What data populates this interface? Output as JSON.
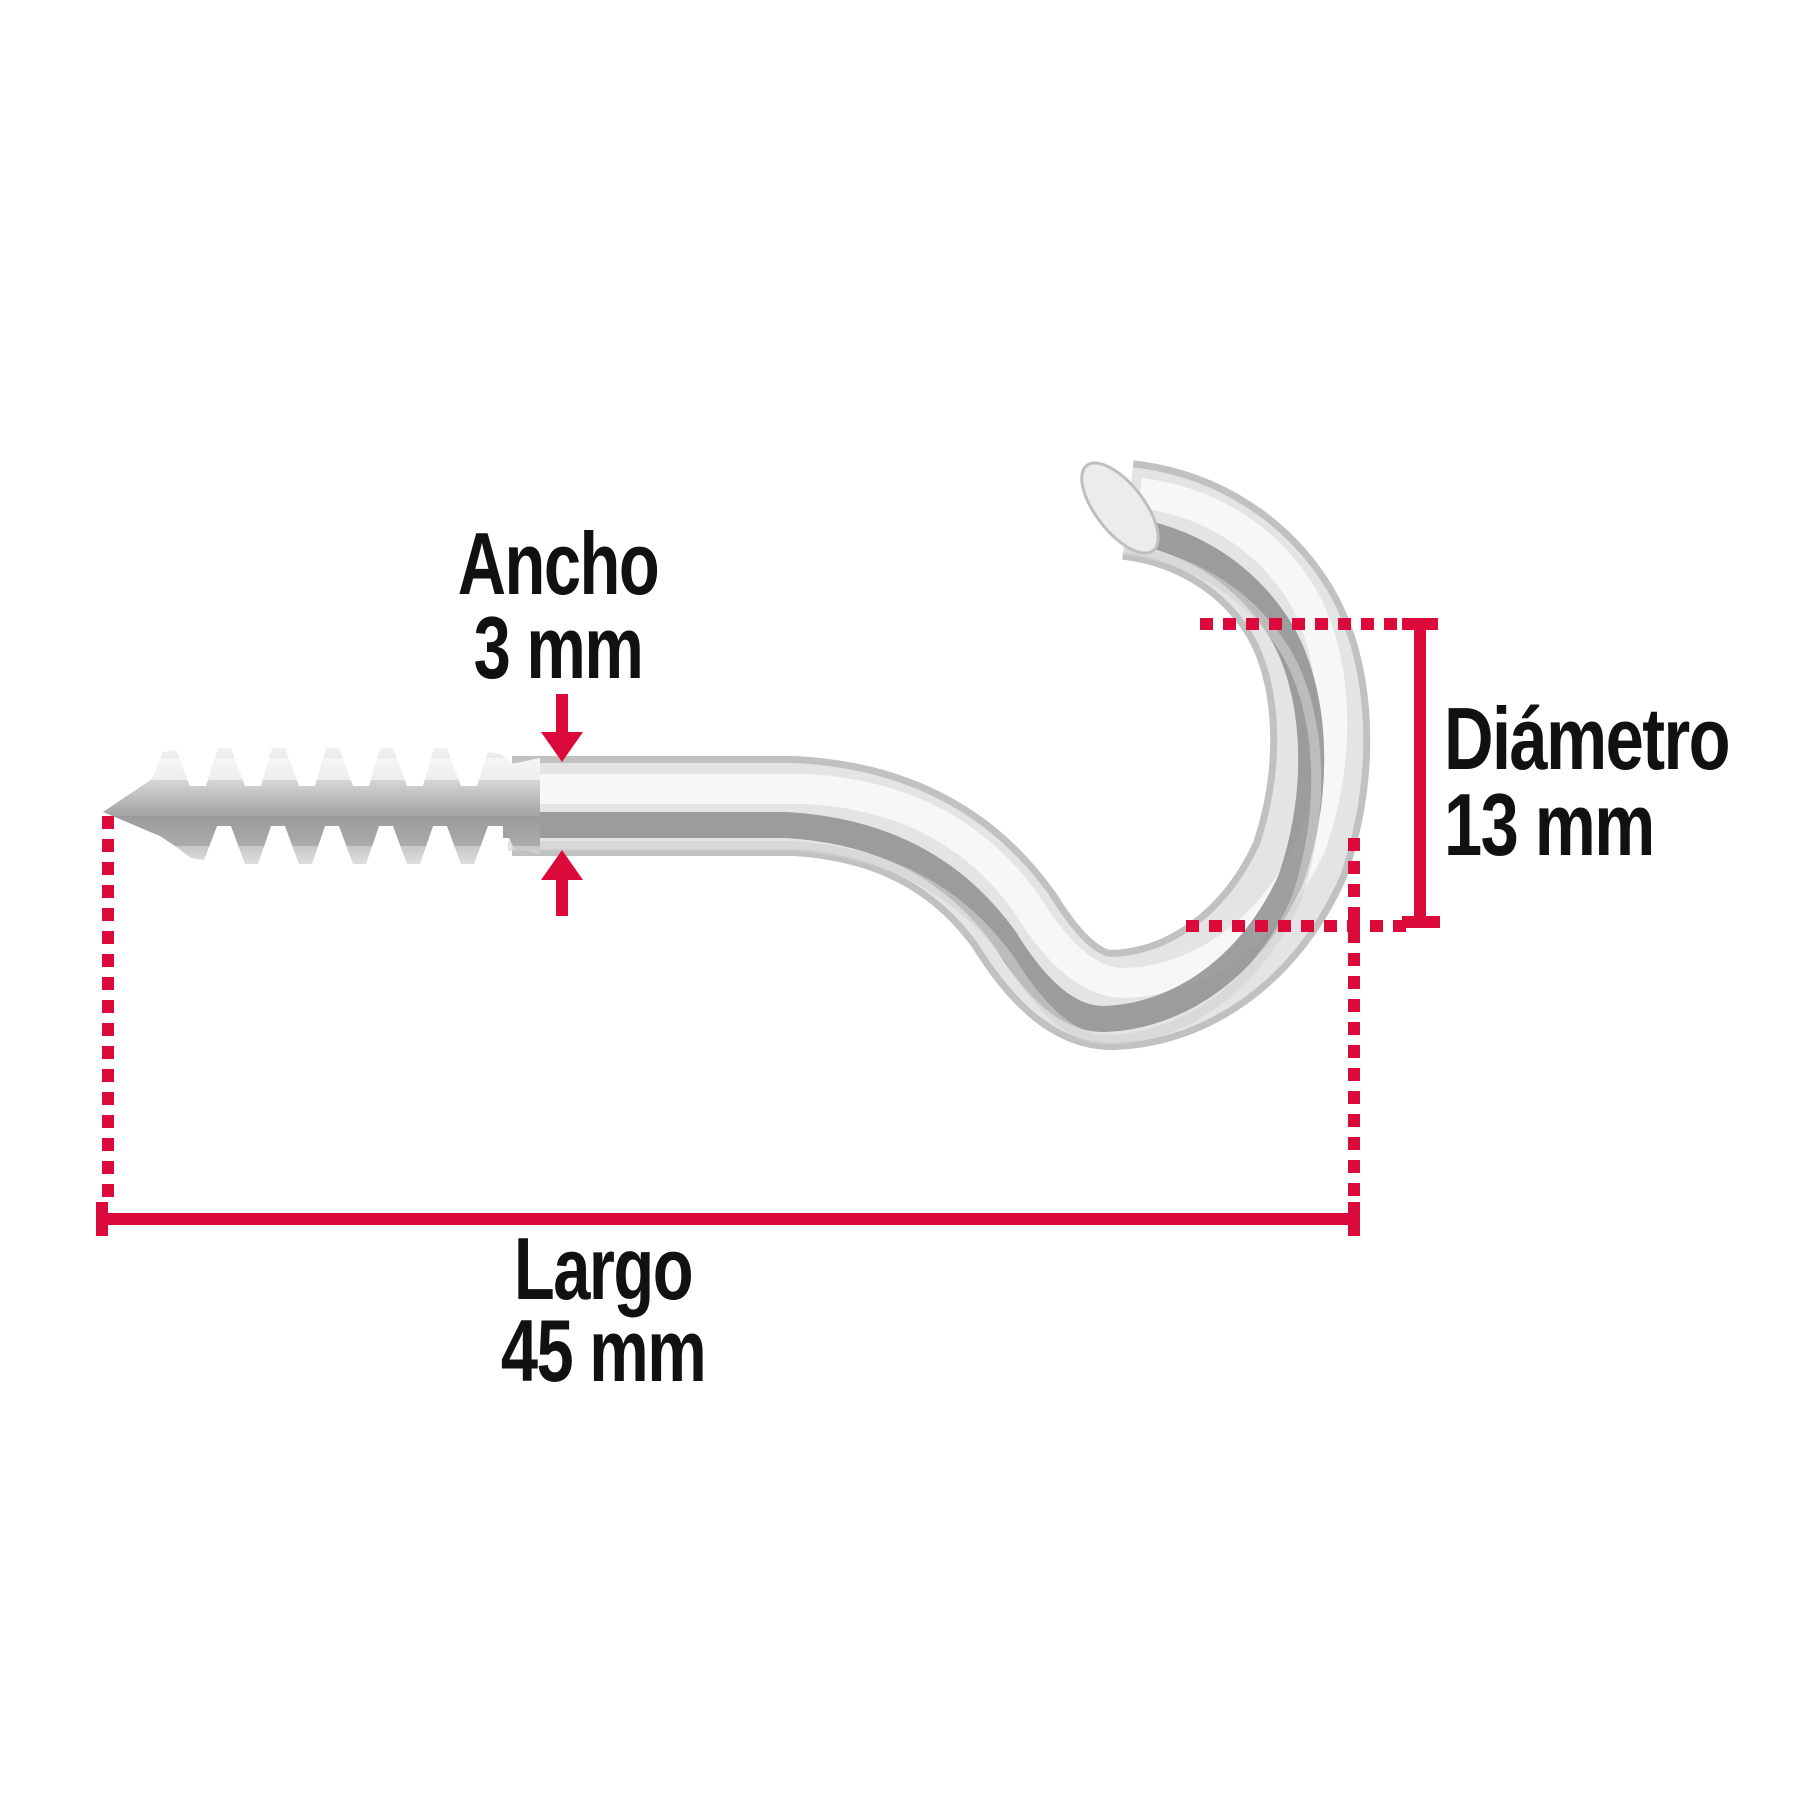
{
  "diagram": {
    "type": "product-dimension-diagram",
    "subject": "armella-gancho-abierto (open screw hook)"
  },
  "dimensions": {
    "ancho": {
      "label": "Ancho",
      "value": "3 mm"
    },
    "diametro": {
      "label": "Diámetro",
      "value": "13 mm"
    },
    "largo": {
      "label": "Largo",
      "value": "45 mm"
    }
  },
  "colors": {
    "accent_red": "#dc0a3a",
    "text": "#111111",
    "background": "#ffffff",
    "metal_light": "#f5f5f5",
    "metal_mid": "#c1c1c1",
    "metal_dark": "#8f8f8f"
  }
}
